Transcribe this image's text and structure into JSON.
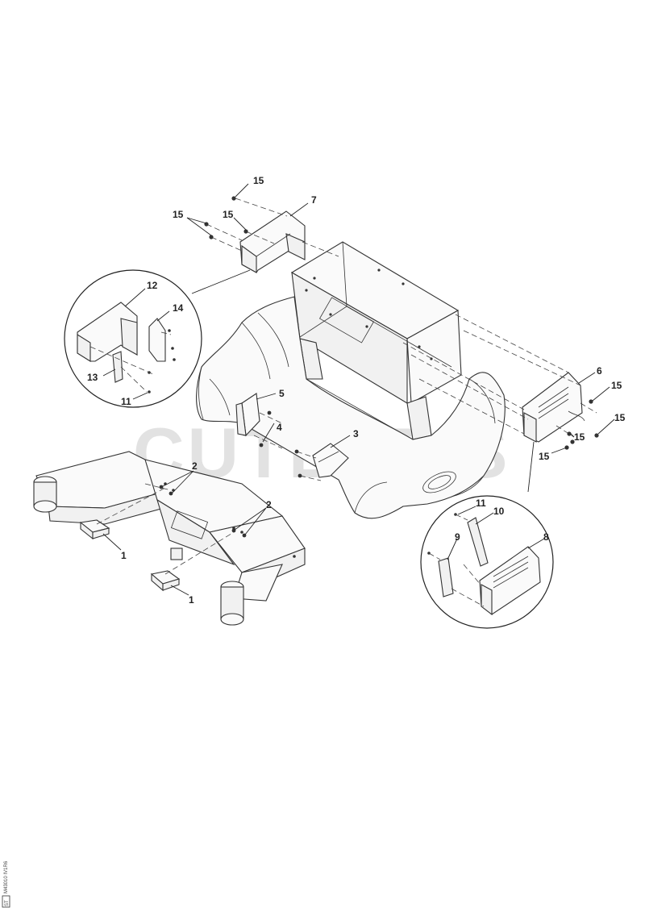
{
  "watermark": "CUTLER'S",
  "side_code": "M43010 IV1R6",
  "side_mark": "ST",
  "labels": {
    "l15a": "15",
    "l7": "7",
    "l15b": "15",
    "l15c": "15",
    "l12": "12",
    "l14": "14",
    "l13": "13",
    "l11a": "11",
    "l5": "5",
    "l4": "4",
    "l3": "3",
    "l6": "6",
    "l15d": "15",
    "l15e": "15",
    "l15f": "15",
    "l15g": "15",
    "l2a": "2",
    "l2b": "2",
    "l1a": "1",
    "l1b": "1",
    "l11b": "11",
    "l10": "10",
    "l9": "9",
    "l8": "8"
  }
}
